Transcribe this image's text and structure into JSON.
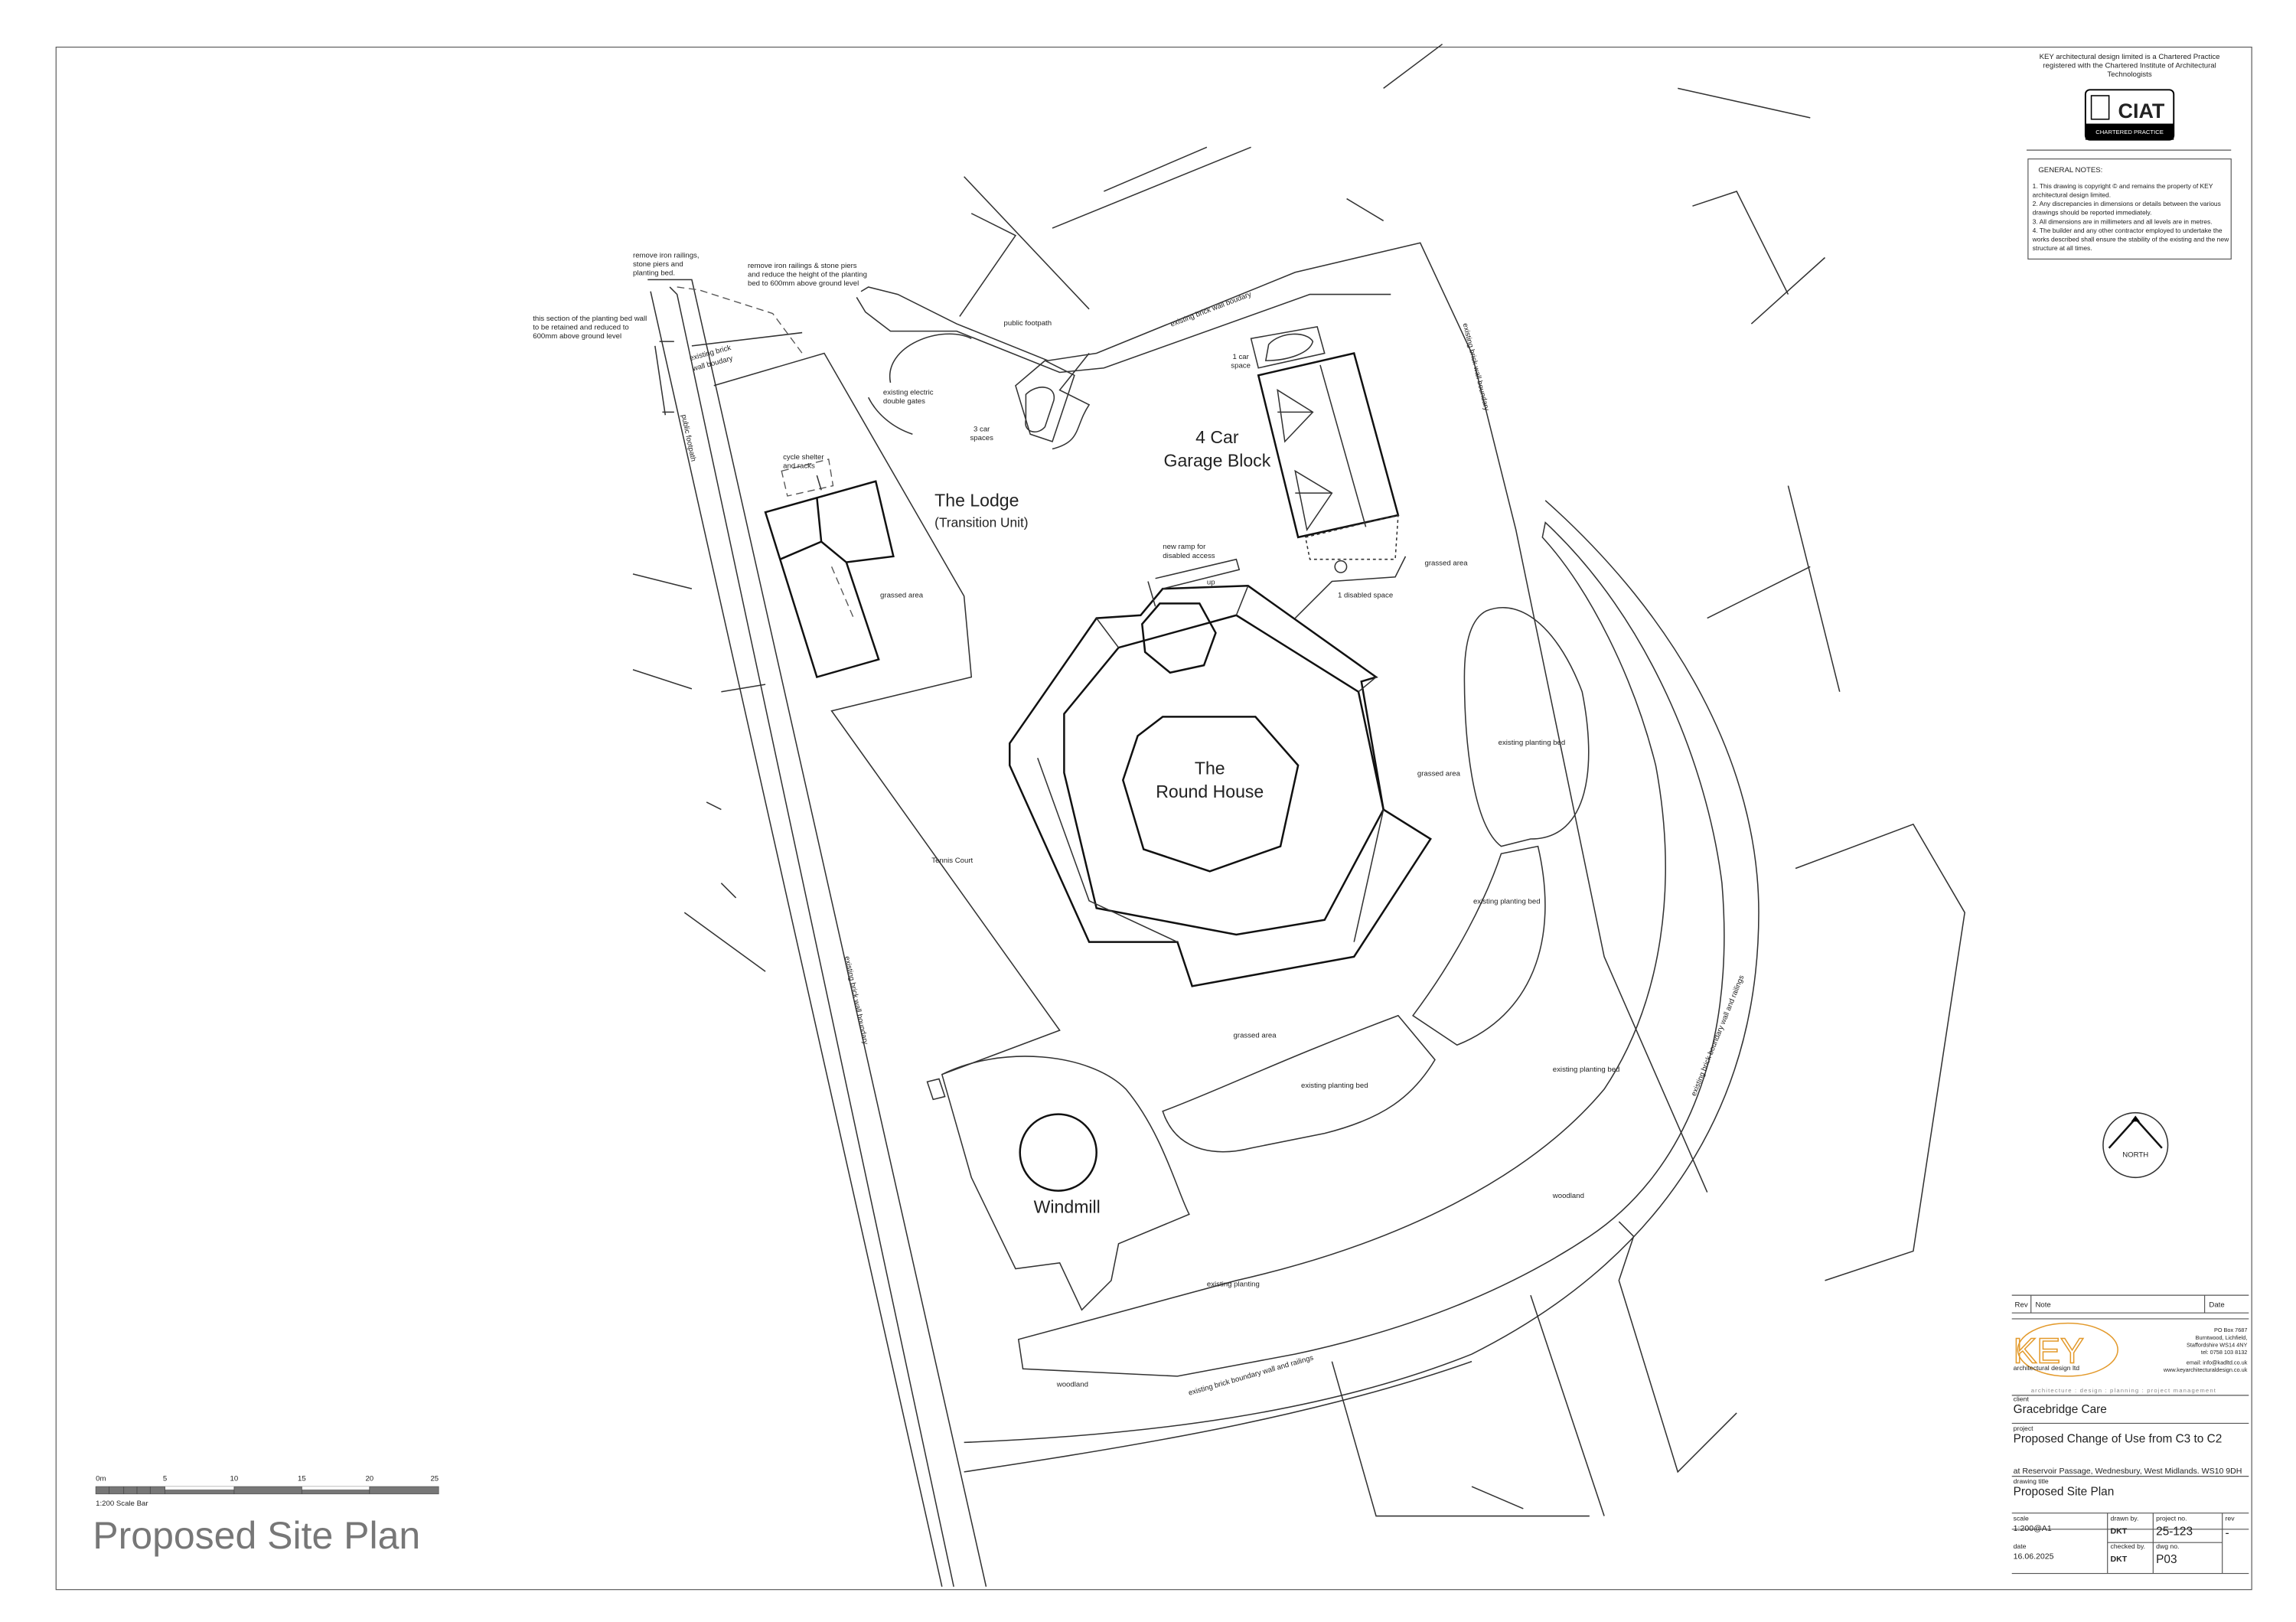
{
  "practice": {
    "statement": [
      "KEY architectural design limited is a Chartered Practice",
      "registered with the Chartered Institute of Architectural",
      "Technologists"
    ],
    "ciat_logo": "CIAT",
    "ciat_sub": "CHARTERED PRACTICE"
  },
  "general_notes": {
    "heading": "GENERAL NOTES:",
    "lines": [
      "1. This drawing is copyright © and remains the property of KEY",
      "    architectural design limited.",
      "2. Any discrepancies in dimensions or details between the various",
      "    drawings should be reported immediately.",
      "3. All dimensions are in millimeters and all levels are in metres.",
      "4. The builder and any other contractor employed to undertake the",
      "    works described shall ensure the stability of the existing and the new",
      "    structure at all times."
    ]
  },
  "plan_labels": {
    "lodge_title": "The Lodge",
    "lodge_sub": "(Transition Unit)",
    "garage_1": "4 Car",
    "garage_2": "Garage Block",
    "roundhouse_1": "The",
    "roundhouse_2": "Round House",
    "windmill": "Windmill",
    "tennis": "Tennis Court",
    "public_footpath_top": "public footpath",
    "public_footpath_left": "public footpath",
    "wall_top": "existing brick wall boudary",
    "wall_right": "existing brick wall boundary",
    "wall_left": "existing brick wall boundary",
    "wall_east": "existing brick boundary wall and railings",
    "wall_south": "existing brick boundary wall and railings",
    "brick_wall_1": "existing brick",
    "brick_wall_2": "wall boudary",
    "gates_1": "existing electric",
    "gates_2": "double gates",
    "car3_1": "3 car",
    "car3_2": "spaces",
    "car1_1": "1 car",
    "car1_2": "space",
    "cycle_1": "cycle shelter",
    "cycle_2": "and racks",
    "ramp_1": "new ramp for",
    "ramp_2": "disabled access",
    "ramp_up": "up",
    "disabled_space": "1 disabled space",
    "grassed": [
      "grassed area",
      "grassed area",
      "grassed area",
      "grassed area"
    ],
    "planting_bed": [
      "existing planting bed",
      "existing planting bed",
      "existing planting bed",
      "existing planting bed"
    ],
    "existing_planting": "existing planting",
    "woodland": [
      "woodland",
      "woodland"
    ],
    "note_retain": [
      "this section of the planting bed wall",
      "to be retained and reduced to",
      "600mm above ground level"
    ],
    "note_remove1": [
      "remove iron railings,",
      "stone piers and",
      "planting bed."
    ],
    "note_remove2": [
      "remove iron railings & stone piers",
      "and reduce the height of the planting",
      "bed to 600mm above ground level"
    ]
  },
  "north": "NORTH",
  "scale_bar": {
    "ticks": [
      "0m",
      "5",
      "10",
      "15",
      "20",
      "25"
    ],
    "caption": "1:200 Scale Bar"
  },
  "drawing_heading": "Proposed Site Plan",
  "title_block": {
    "rev_header": "Rev",
    "note_header": "Note",
    "date_header": "Date",
    "logo": "KEY",
    "logo_sub": "architectural design ltd",
    "address": [
      "PO Box 7687",
      "Burntwood, Lichfield,",
      "Staffordshire WS14 4NY",
      "tel: 0758 103 8132"
    ],
    "email": "email: info@kadltd.co.uk",
    "web": "www.keyarchitecturaldesign.co.uk",
    "tagline": "architecture : design : planning : project management",
    "client_label": "client",
    "client": "Gracebridge Care",
    "project_label": "project",
    "project": "Proposed Change of Use from C3 to C2",
    "address_line": "at Reservoir Passage, Wednesbury, West Midlands. WS10 9DH",
    "drawing_title_label": "drawing title",
    "drawing_title": "Proposed Site Plan",
    "scale_label": "scale",
    "scale": "1:200@A1",
    "drawn_label": "drawn by.",
    "drawn": "DKT",
    "project_no_label": "project no.",
    "project_no": "25-123",
    "rev_label": "rev",
    "rev": "-",
    "date_label": "date",
    "date": "16.06.2025",
    "checked_label": "checked by.",
    "checked": "DKT",
    "dwg_label": "dwg no.",
    "dwg": "P03"
  },
  "colors": {
    "brand_orange": "#e39a2c",
    "heading_grey": "#777777",
    "scale_dark": "#777777"
  }
}
